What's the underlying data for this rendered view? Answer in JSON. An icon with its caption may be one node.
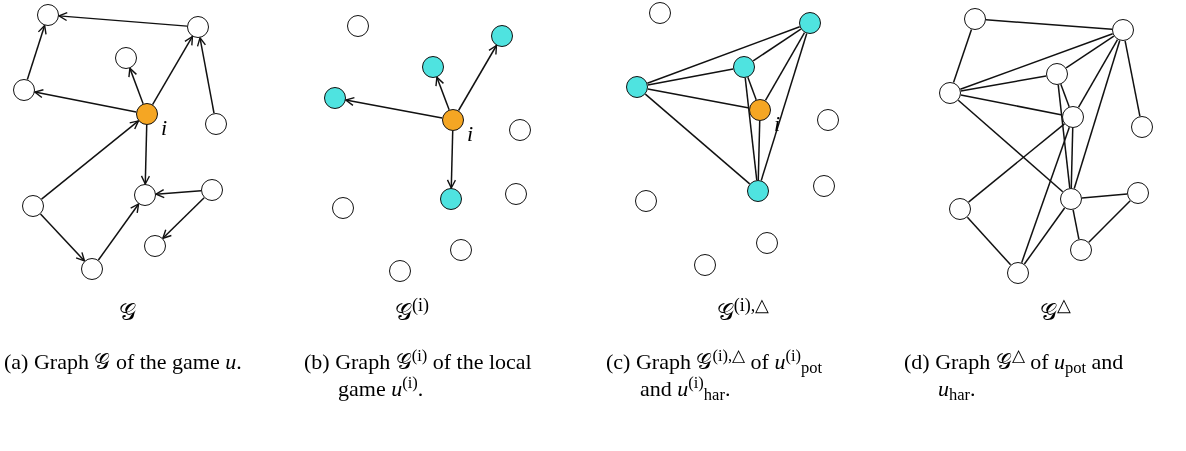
{
  "diagram": {
    "nodes": [
      {
        "text": [],
        "shape": "circle"
      },
      {
        "text": [],
        "shape": "circle"
      },
      {
        "text": [],
        "shape": "circle"
      },
      {
        "text": [],
        "shape": "circle"
      },
      {
        "text": [],
        "shape": "circle",
        "beside": [
          "i"
        ]
      },
      {
        "text": [],
        "shape": "circle"
      },
      {
        "text": [],
        "shape": "circle"
      },
      {
        "text": [],
        "shape": "circle"
      },
      {
        "text": [],
        "shape": "circle"
      },
      {
        "text": [],
        "shape": "circle"
      },
      {
        "text": [],
        "shape": "circle"
      },
      {
        "text": [],
        "shape": "circle"
      },
      {
        "text": [],
        "shape": "circle"
      },
      {
        "text": [],
        "shape": "circle"
      },
      {
        "text": [],
        "shape": "circle"
      },
      {
        "text": [],
        "shape": "circle",
        "beside": [
          "i"
        ]
      },
      {
        "text": [],
        "shape": "circle"
      },
      {
        "text": [],
        "shape": "circle"
      },
      {
        "text": [],
        "shape": "circle"
      },
      {
        "text": [],
        "shape": "circle"
      },
      {
        "text": [],
        "shape": "circle"
      },
      {
        "text": [],
        "shape": "circle"
      },
      {
        "text": [],
        "shape": "circle"
      },
      {
        "text": [],
        "shape": "circle"
      },
      {
        "text": [],
        "shape": "circle"
      },
      {
        "text": [],
        "shape": "circle"
      },
      {
        "text": [],
        "shape": "circle",
        "beside": [
          "i"
        ]
      },
      {
        "text": [],
        "shape": "circle"
      },
      {
        "text": [],
        "shape": "circle"
      },
      {
        "text": [],
        "shape": "circle"
      },
      {
        "text": [],
        "shape": "circle"
      },
      {
        "text": [],
        "shape": "circle"
      },
      {
        "text": [],
        "shape": "circle"
      },
      {
        "text": [],
        "shape": "circle"
      },
      {
        "text": [],
        "shape": "circle"
      },
      {
        "text": [],
        "shape": "circle"
      },
      {
        "text": [],
        "shape": "circle"
      },
      {
        "text": [],
        "shape": "circle"
      },
      {
        "text": [],
        "shape": "circle"
      },
      {
        "text": [],
        "shape": "circle"
      },
      {
        "text": [],
        "shape": "circle"
      },
      {
        "text": [],
        "shape": "circle"
      },
      {
        "text": [],
        "shape": "circle"
      },
      {
        "text": [],
        "shape": "circle"
      }
    ],
    "edges": [
      {
        "from": 1,
        "to": 0,
        "arrow": "to"
      },
      {
        "from": 3,
        "to": 0,
        "arrow": "to"
      },
      {
        "from": 4,
        "to": 3,
        "arrow": "to"
      },
      {
        "from": 4,
        "to": 2,
        "arrow": "to"
      },
      {
        "from": 4,
        "to": 1,
        "arrow": "to"
      },
      {
        "from": 5,
        "to": 1,
        "arrow": "to"
      },
      {
        "from": 8,
        "to": 4,
        "arrow": "to"
      },
      {
        "from": 4,
        "to": 6,
        "arrow": "to"
      },
      {
        "from": 7,
        "to": 6,
        "arrow": "to"
      },
      {
        "from": 7,
        "to": 9,
        "arrow": "to"
      },
      {
        "from": 8,
        "to": 10,
        "arrow": "to"
      },
      {
        "from": 10,
        "to": 6,
        "arrow": "to"
      },
      {
        "from": 15,
        "to": 14,
        "arrow": "to"
      },
      {
        "from": 15,
        "to": 13,
        "arrow": "to"
      },
      {
        "from": 15,
        "to": 12,
        "arrow": "to"
      },
      {
        "from": 15,
        "to": 17,
        "arrow": "to"
      },
      {
        "from": 25,
        "to": 23,
        "arrow": "none"
      },
      {
        "from": 25,
        "to": 24,
        "arrow": "none"
      },
      {
        "from": 25,
        "to": 26,
        "arrow": "none"
      },
      {
        "from": 25,
        "to": 28,
        "arrow": "none"
      },
      {
        "from": 24,
        "to": 23,
        "arrow": "none"
      },
      {
        "from": 24,
        "to": 26,
        "arrow": "none"
      },
      {
        "from": 24,
        "to": 28,
        "arrow": "none"
      },
      {
        "from": 26,
        "to": 23,
        "arrow": "none"
      },
      {
        "from": 26,
        "to": 28,
        "arrow": "none"
      },
      {
        "from": 28,
        "to": 23,
        "arrow": "none"
      },
      {
        "from": 33,
        "to": 34,
        "arrow": "none"
      },
      {
        "from": 33,
        "to": 36,
        "arrow": "none"
      },
      {
        "from": 36,
        "to": 34,
        "arrow": "none"
      },
      {
        "from": 36,
        "to": 35,
        "arrow": "none"
      },
      {
        "from": 36,
        "to": 37,
        "arrow": "none"
      },
      {
        "from": 36,
        "to": 39,
        "arrow": "none"
      },
      {
        "from": 35,
        "to": 34,
        "arrow": "none"
      },
      {
        "from": 35,
        "to": 37,
        "arrow": "none"
      },
      {
        "from": 35,
        "to": 39,
        "arrow": "none"
      },
      {
        "from": 37,
        "to": 34,
        "arrow": "none"
      },
      {
        "from": 37,
        "to": 39,
        "arrow": "none"
      },
      {
        "from": 39,
        "to": 34,
        "arrow": "none"
      },
      {
        "from": 38,
        "to": 34,
        "arrow": "none"
      },
      {
        "from": 41,
        "to": 37,
        "arrow": "none"
      },
      {
        "from": 43,
        "to": 37,
        "arrow": "none"
      },
      {
        "from": 43,
        "to": 39,
        "arrow": "none"
      },
      {
        "from": 43,
        "to": 41,
        "arrow": "none"
      },
      {
        "from": 39,
        "to": 40,
        "arrow": "none"
      },
      {
        "from": 39,
        "to": 42,
        "arrow": "none"
      },
      {
        "from": 42,
        "to": 40,
        "arrow": "none"
      }
    ],
    "labels": [
      "𝒢",
      "𝒢$^{(i)}$",
      "𝒢$^{(i),△}$",
      "𝒢$^{△}$",
      "(a) Graph 𝒢 of the game *u*.",
      "(b) Graph 𝒢$^{(i)}$ of the local game *u*$^{(i)}$.",
      "(c) Graph 𝒢$^{(i),△}$ of *u*$^{(i)}$$_{pot}$ and *u*$^{(i)}$$_{har}$.",
      "(d) Graph 𝒢$^{△}$ of *u*$_{pot}$ and *u*$_{har}$."
    ]
  }
}
